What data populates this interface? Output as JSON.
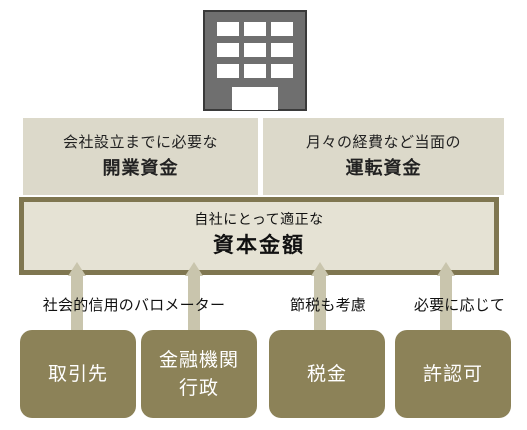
{
  "building": {
    "icon": "office-building-icon"
  },
  "top_boxes": [
    {
      "sub": "会社設立までに必要な",
      "main": "開業資金"
    },
    {
      "sub": "月々の経費など当面の",
      "main": "運転資金"
    }
  ],
  "capital": {
    "sub": "自社にとって適正な",
    "main": "資本金額"
  },
  "captions": [
    "社会的信用のバロメーター",
    "節税も考慮",
    "必要に応じて"
  ],
  "stakeholders": [
    {
      "lines": [
        "取引先"
      ]
    },
    {
      "lines": [
        "金融機関",
        "行政"
      ]
    },
    {
      "lines": [
        "税金"
      ]
    },
    {
      "lines": [
        "許認可"
      ]
    }
  ],
  "colors": {
    "top_box_fill": "#dcd9ca",
    "capital_fill": "#e5e2d4",
    "capital_border": "#7f7650",
    "stakeholder_fill": "#8c8258",
    "arrow": "#c9c5ad",
    "building_fill": "#6f6f6f"
  }
}
